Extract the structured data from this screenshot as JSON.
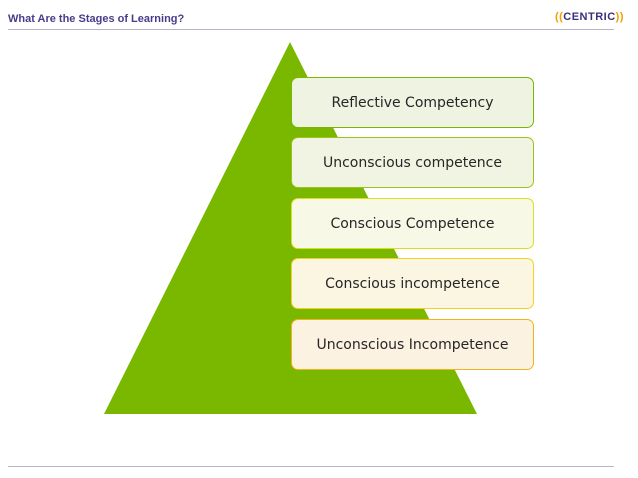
{
  "header": {
    "title": "What Are the Stages of Learning?",
    "logo": {
      "bracket_left": "((",
      "word": "CENTRIC",
      "bracket_right": "))"
    }
  },
  "colors": {
    "title": "#4a3b8a",
    "logo_bracket": "#f0a000",
    "logo_word": "#3e2f7e",
    "pyramid": "#7ab800",
    "rule": "#b8b4cc"
  },
  "stages": [
    {
      "label": "Reflective Competency",
      "border": "#7ab800",
      "fill": "#eef3e2"
    },
    {
      "label": "Unconscious competence",
      "border": "#99c21a",
      "fill": "#f1f4e3"
    },
    {
      "label": "Conscious Competence",
      "border": "#d9de1f",
      "fill": "#f8f8e6"
    },
    {
      "label": "Conscious incompetence",
      "border": "#f4d11b",
      "fill": "#fbf6e2"
    },
    {
      "label": "Unconscious Incompetence",
      "border": "#f3b41b",
      "fill": "#fbf2e1"
    }
  ]
}
